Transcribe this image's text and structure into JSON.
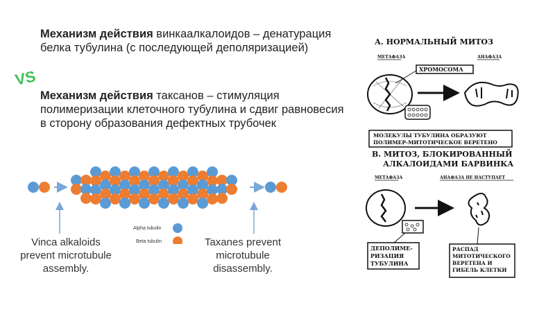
{
  "text": {
    "vinca_bold": "Механизм действия",
    "vinca_rest": " винкаалкалоидов – денатурация белка тубулина (с последующей деполяризацией)",
    "tax_bold": "Механизм действия",
    "tax_rest": " таксанов – стимуляция полимеризации клеточного тубулина и сдвиг равновесия в сторону образования дефектных трубочек",
    "vs": "VS"
  },
  "left_figure": {
    "caption_vinca": "Vinca alkaloids prevent microtubule assembly.",
    "caption_taxanes": "Taxanes prevent microtubule disassembly.",
    "legend_alpha": "Alpha tubulin",
    "legend_beta": "Beta tubulin",
    "colors": {
      "alpha": "#5b9bd5",
      "beta": "#ed7d31",
      "arrow": "#7aa7d8"
    }
  },
  "right_figure": {
    "section_a_title": "А. НОРМАЛЬНЫЙ МИТОЗ",
    "metaphase": "МЕТАФАЗА",
    "anaphase": "АНАФАЗА",
    "chromosome": "ХРОМОСОМА",
    "box1_line1": "МОЛЕКУЛЫ ТУБУЛИНА ОБРАЗУЮТ",
    "box1_line2": "ПОЛИМЕР-МИТОТИЧЕСКОЕ ВЕРЕТЕНО",
    "section_b_line1": "В. МИТОЗ, БЛОКИРОВАННЫЙ",
    "section_b_line2": "АЛКАЛОИДАМИ БАРВИНКА",
    "metaphase_b": "МЕТАФАЗА",
    "anaphase_none": "АНАФАЗА НЕ НАСТУПАЕТ",
    "depol_1": "ДЕПОЛИМЕ-",
    "depol_2": "РИЗАЦИЯ",
    "depol_3": "ТУБУЛИНА",
    "decay_1": "РАСПАД",
    "decay_2": "МИТОТИЧЕСКОГО",
    "decay_3": "ВЕРЕТЕНА И",
    "decay_4": "ГИБЕЛЬ КЛЕТКИ"
  }
}
